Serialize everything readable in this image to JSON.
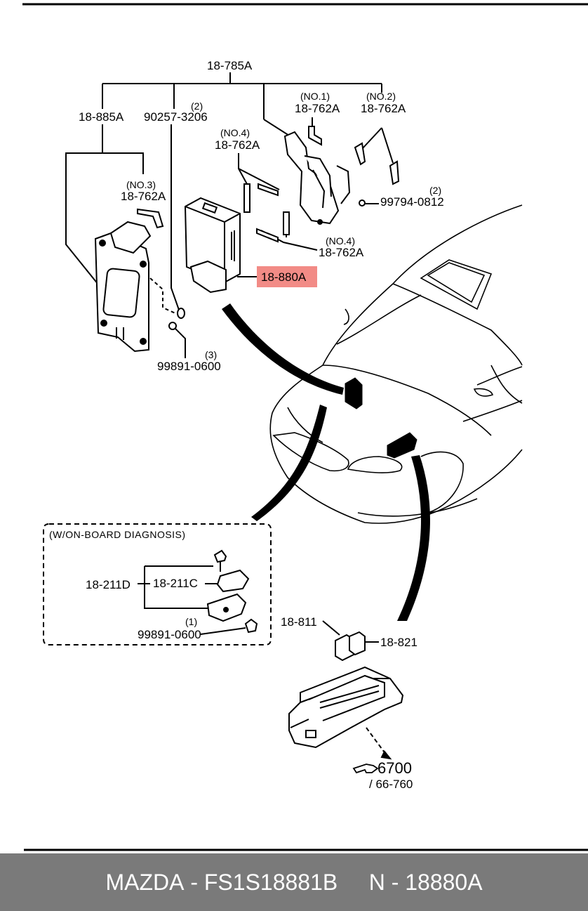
{
  "labels": {
    "top_main": "18-785A",
    "l_885a": "18-885A",
    "l_90257_qty": "(2)",
    "l_90257": "90257-3206",
    "l_no1": "(NO.1)",
    "l_no1_part": "18-762A",
    "l_no2": "(NO.2)",
    "l_no2_part": "18-762A",
    "l_no4a": "(NO.4)",
    "l_no4a_part": "18-762A",
    "l_no3": "(NO.3)",
    "l_no3_part": "18-762A",
    "l_99794_qty": "(2)",
    "l_99794": "99794-0812",
    "l_no4b": "(NO.4)",
    "l_no4b_part": "18-762A",
    "highlight": "18-880A",
    "l_99891a_qty": "(3)",
    "l_99891a": "99891-0600",
    "box_title": "(W/ON-BOARD DIAGNOSIS)",
    "l_211d": "18-211D",
    "l_211c": "18-211C",
    "l_99891b_qty": "(1)",
    "l_99891b": "99891-0600",
    "l_811": "18-811",
    "l_821": "18-821",
    "ref_main": "6700",
    "ref_sub": "/ 66-760"
  },
  "footer": {
    "brand": "MAZDA",
    "part_number": "FS1S18881B",
    "catalog": "N - 18880A"
  },
  "colors": {
    "highlight": "#f28b86",
    "footer_bg": "#7a7a7a",
    "footer_text": "#ffffff"
  }
}
